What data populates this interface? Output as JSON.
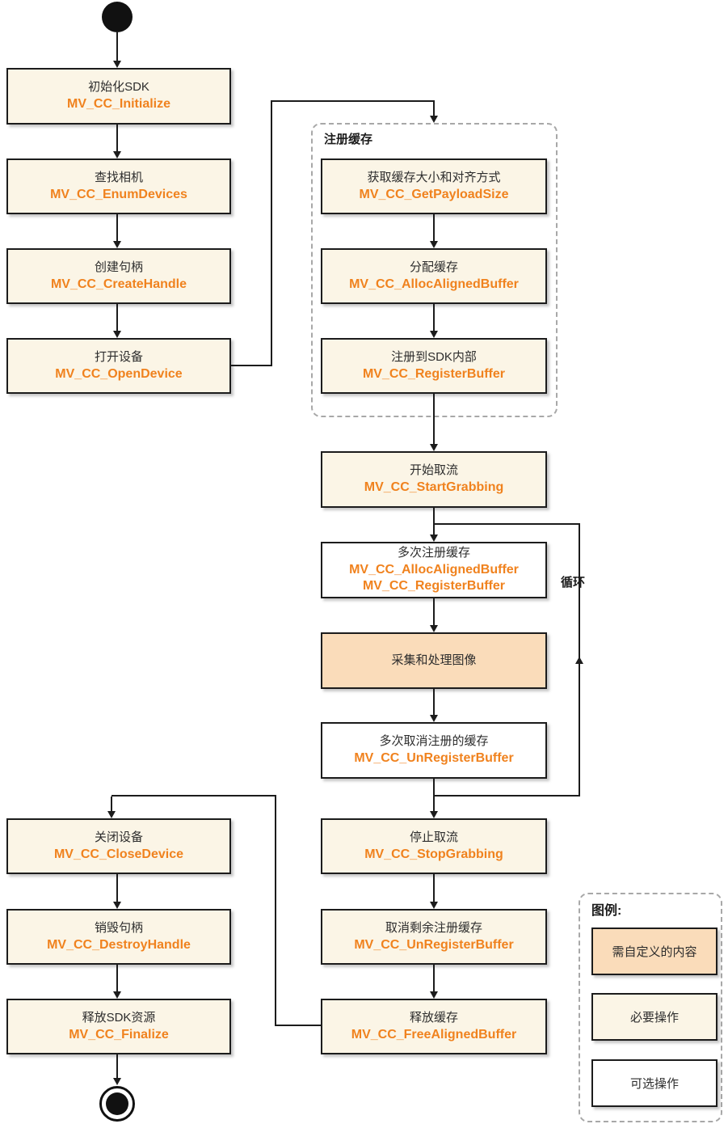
{
  "colors": {
    "accent_text": "#F0821E",
    "required_fill": "#FBF5E6",
    "custom_fill": "#FADCBA",
    "optional_fill": "#FFFFFF",
    "border": "#1C1C1C"
  },
  "nodes": {
    "init": {
      "title": "初始化SDK",
      "func": "MV_CC_Initialize"
    },
    "enum": {
      "title": "查找相机",
      "func": "MV_CC_EnumDevices"
    },
    "create": {
      "title": "创建句柄",
      "func": "MV_CC_CreateHandle"
    },
    "open": {
      "title": "打开设备",
      "func": "MV_CC_OpenDevice"
    },
    "payload": {
      "title": "获取缓存大小和对齐方式",
      "func": "MV_CC_GetPayloadSize"
    },
    "alloc": {
      "title": "分配缓存",
      "func": "MV_CC_AllocAlignedBuffer"
    },
    "register": {
      "title": "注册到SDK内部",
      "func": "MV_CC_RegisterBuffer"
    },
    "start": {
      "title": "开始取流",
      "func": "MV_CC_StartGrabbing"
    },
    "multi_reg": {
      "title": "多次注册缓存",
      "func": "MV_CC_AllocAlignedBuffer",
      "func2": "MV_CC_RegisterBuffer"
    },
    "process": {
      "title": "采集和处理图像"
    },
    "multi_unreg": {
      "title": "多次取消注册的缓存",
      "func": "MV_CC_UnRegisterBuffer"
    },
    "stop": {
      "title": "停止取流",
      "func": "MV_CC_StopGrabbing"
    },
    "unreg_rest": {
      "title": "取消剩余注册缓存",
      "func": "MV_CC_UnRegisterBuffer"
    },
    "free": {
      "title": "释放缓存",
      "func": "MV_CC_FreeAlignedBuffer"
    },
    "close": {
      "title": "关闭设备",
      "func": "MV_CC_CloseDevice"
    },
    "destroy": {
      "title": "销毁句柄",
      "func": "MV_CC_DestroyHandle"
    },
    "finalize": {
      "title": "释放SDK资源",
      "func": "MV_CC_Finalize"
    }
  },
  "groups": {
    "register_buffer": {
      "label": "注册缓存"
    }
  },
  "labels": {
    "loop": "循环"
  },
  "legend": {
    "title": "图例:",
    "items": [
      {
        "label": "需自定义的内容",
        "style": "custom"
      },
      {
        "label": "必要操作",
        "style": "required"
      },
      {
        "label": "可选操作",
        "style": "optional"
      }
    ]
  }
}
